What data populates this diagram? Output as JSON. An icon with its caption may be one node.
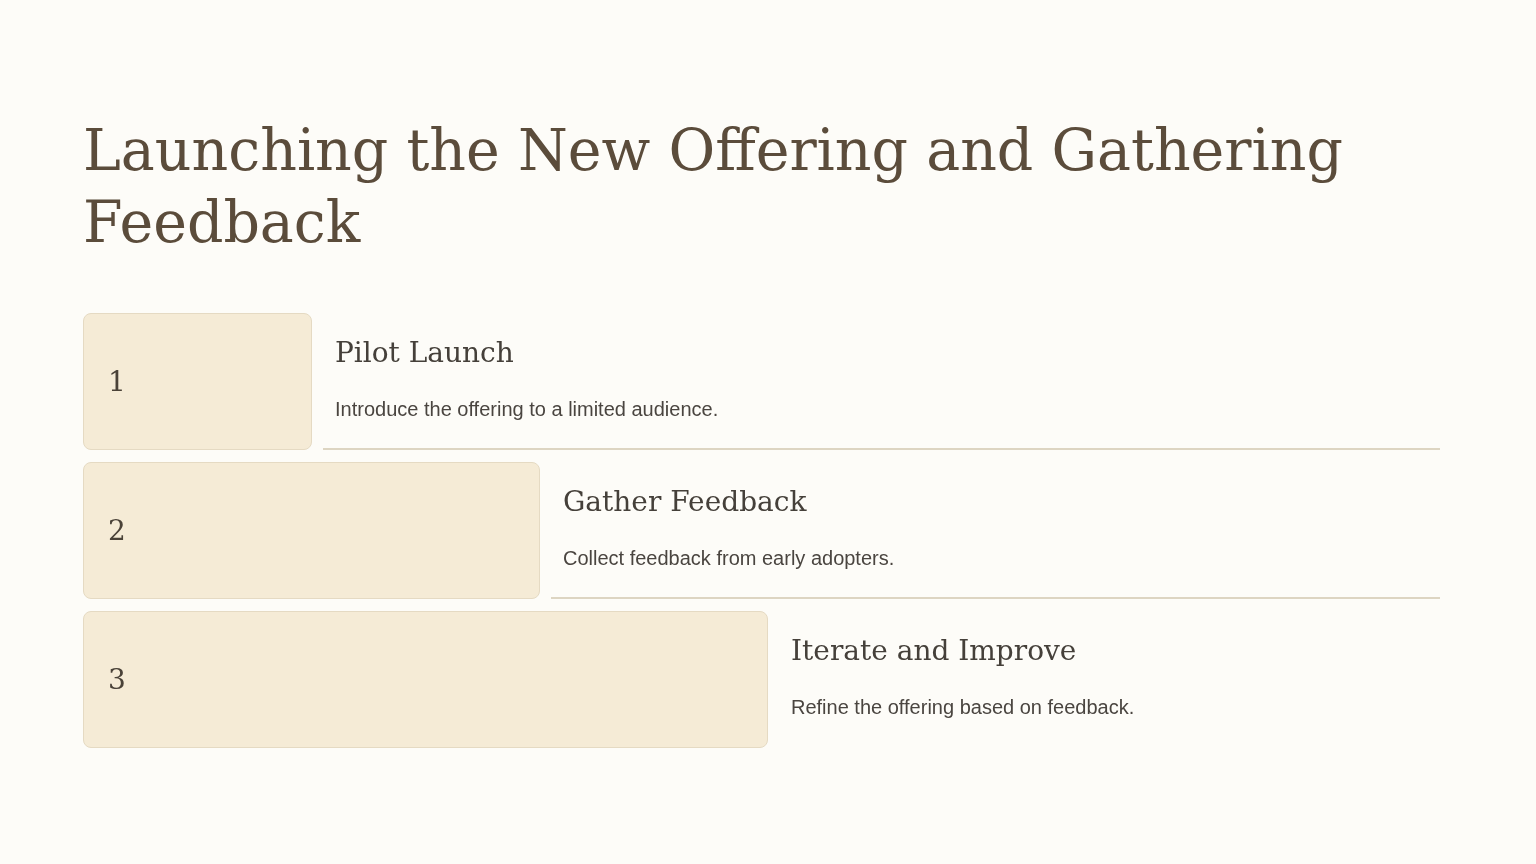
{
  "diagram": {
    "title": "Launching the New Offering and Gathering Feedback",
    "nodes": [
      {
        "text": [
          "1"
        ],
        "beside": [
          "Pilot Launch",
          "Introduce the offering to a limited audience."
        ]
      },
      {
        "text": [
          "2"
        ],
        "beside": [
          "Gather Feedback",
          "Collect feedback from early adopters."
        ]
      },
      {
        "text": [
          "3"
        ],
        "beside": [
          "Iterate and Improve",
          "Refine the offering based on feedback."
        ]
      }
    ]
  }
}
